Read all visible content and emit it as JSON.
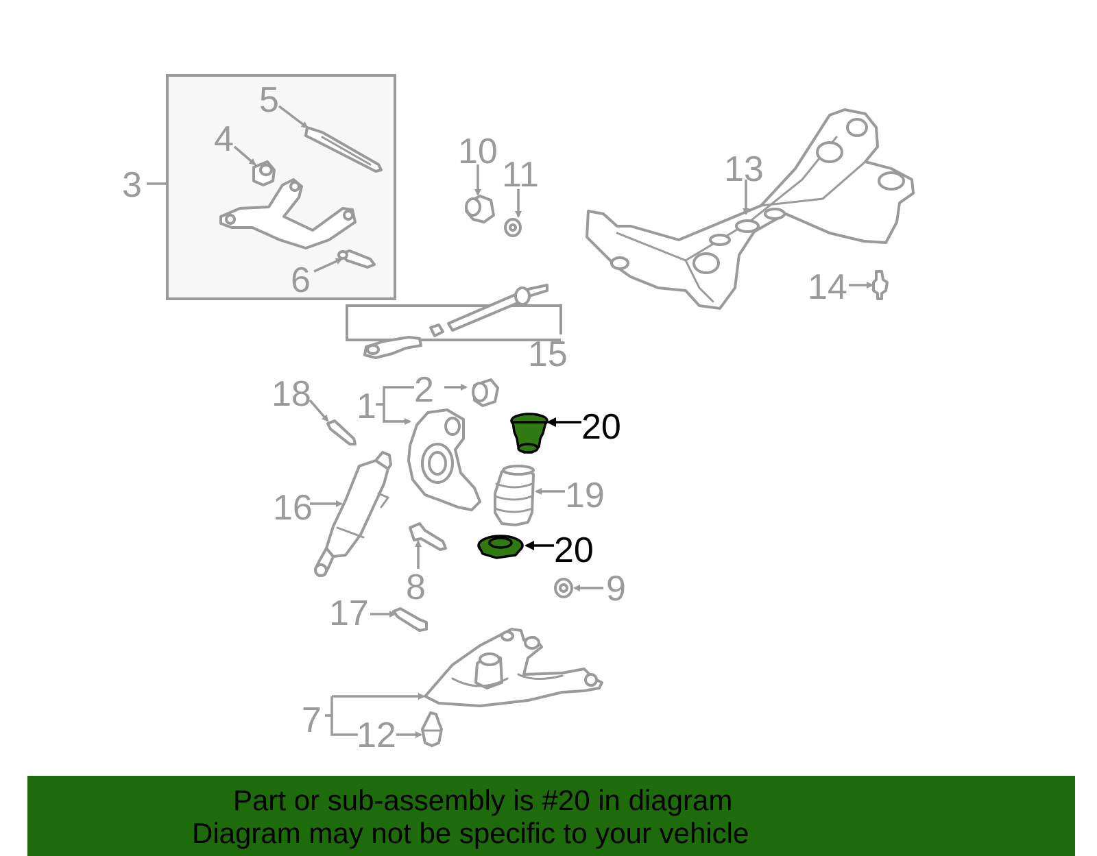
{
  "diagram": {
    "highlight_color": "#2f7a12",
    "callouts": [
      {
        "id": "c3",
        "label": "3"
      },
      {
        "id": "c4",
        "label": "4"
      },
      {
        "id": "c5",
        "label": "5"
      },
      {
        "id": "c6",
        "label": "6"
      },
      {
        "id": "c10",
        "label": "10"
      },
      {
        "id": "c11",
        "label": "11"
      },
      {
        "id": "c13",
        "label": "13"
      },
      {
        "id": "c14",
        "label": "14"
      },
      {
        "id": "c15",
        "label": "15"
      },
      {
        "id": "c18",
        "label": "18"
      },
      {
        "id": "c1",
        "label": "1"
      },
      {
        "id": "c2",
        "label": "2"
      },
      {
        "id": "c20a",
        "label": "20"
      },
      {
        "id": "c19",
        "label": "19"
      },
      {
        "id": "c16",
        "label": "16"
      },
      {
        "id": "c20b",
        "label": "20"
      },
      {
        "id": "c8",
        "label": "8"
      },
      {
        "id": "c9",
        "label": "9"
      },
      {
        "id": "c17",
        "label": "17"
      },
      {
        "id": "c7",
        "label": "7"
      },
      {
        "id": "c12",
        "label": "12"
      }
    ]
  },
  "banner": {
    "line1": "Part or sub-assembly is #20 in diagram",
    "line2": "Diagram may not be specific to your vehicle",
    "color": "#1e6b0b"
  }
}
